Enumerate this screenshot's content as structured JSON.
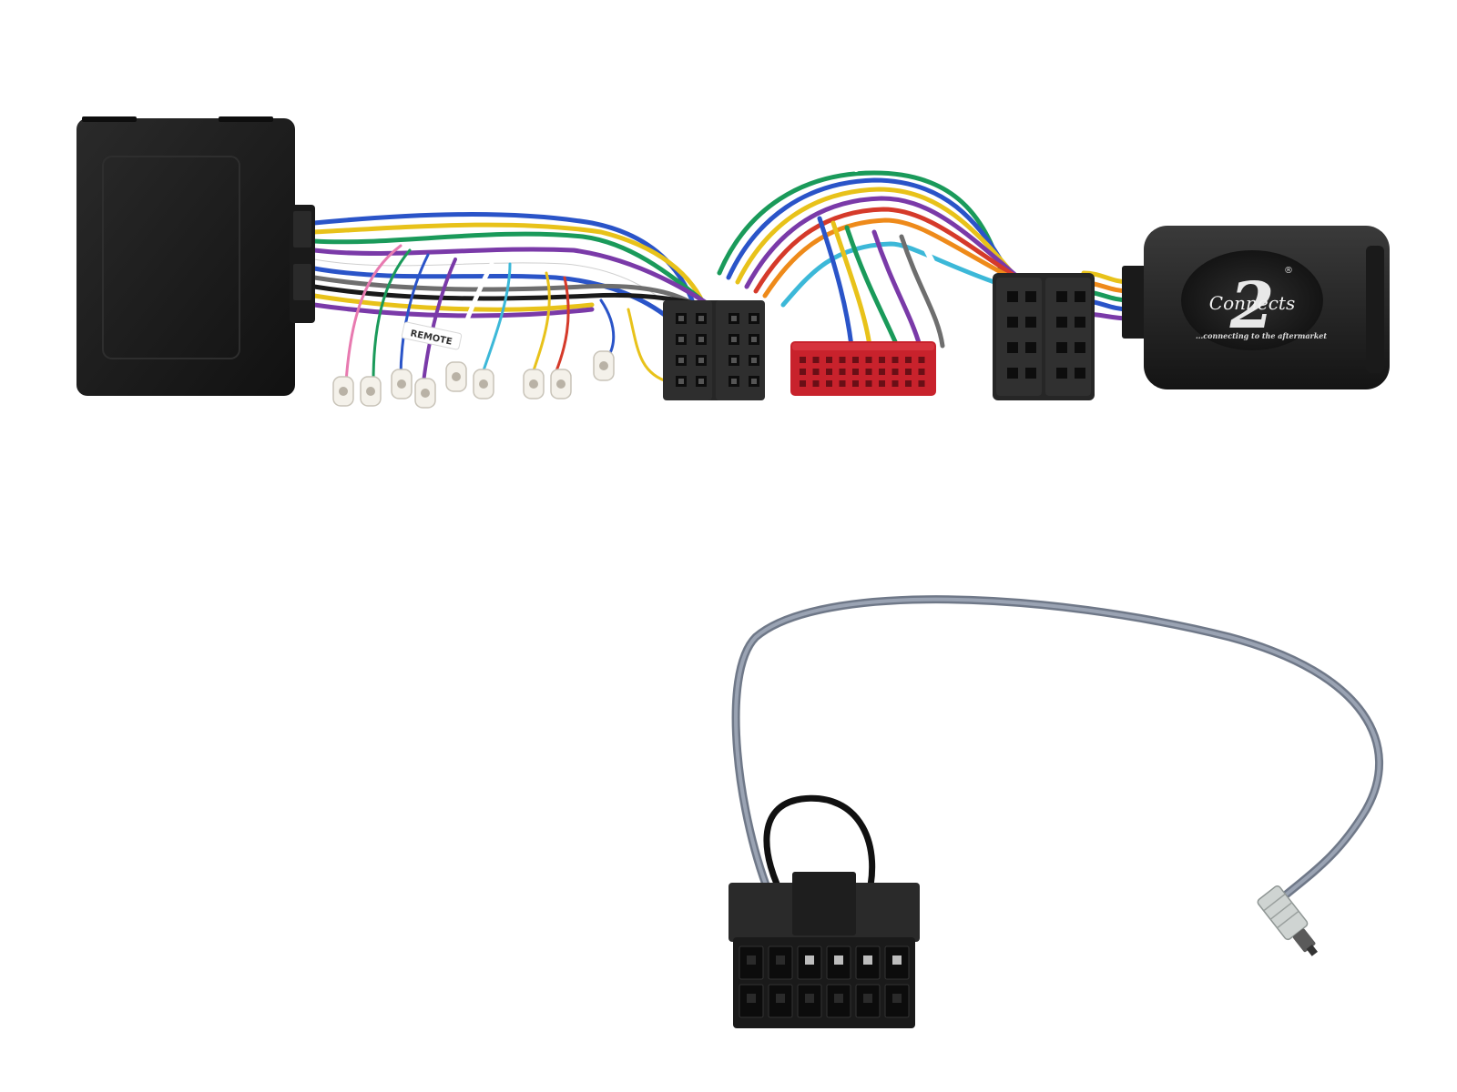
{
  "product": {
    "brand_logo_numeral": "2",
    "brand_logo_wordmark": "Connects",
    "brand_tagline": "...connecting to the aftermarket",
    "registered_mark": "®",
    "wire_tag_label": "REMOTE"
  },
  "colors": {
    "background": "#ffffff",
    "module_black": "#1c1c1c",
    "iso_black": "#262626",
    "red_connector": "#c8222c",
    "grey_cable": "#8a93a3",
    "wires": [
      "#2a54c8",
      "#e8c21a",
      "#1a9a5a",
      "#7a3aa8",
      "#d53a2a",
      "#ee8a1a",
      "#ffffff",
      "#6e6e6e",
      "#1a1a1a",
      "#3cb8d8",
      "#e87ab0"
    ]
  }
}
